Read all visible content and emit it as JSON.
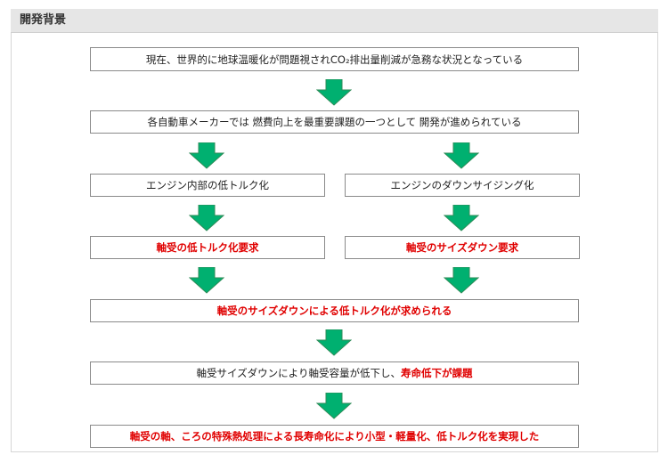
{
  "section": {
    "title": "開発背景"
  },
  "flow": {
    "step1": {
      "text": "現在、世界的に地球温暖化が問題視されCO₂排出量削減が急務な状況となっている"
    },
    "step2": {
      "text": "各自動車メーカーでは 燃費向上を最重要課題の一つとして 開発が進められている"
    },
    "left_a": {
      "text": "エンジン内部の低トルク化"
    },
    "right_a": {
      "text": "エンジンのダウンサイジング化"
    },
    "left_b": {
      "text": "軸受の低トルク化要求"
    },
    "right_b": {
      "text": "軸受のサイズダウン要求"
    },
    "step5": {
      "text": "軸受のサイズダウンによる低トルク化が求められる"
    },
    "step6": {
      "prefix": "軸受サイズダウンにより軸受容量が低下し、",
      "emphasis": "寿命低下が課題"
    },
    "step7": {
      "text": "軸受の軸、ころの特殊熱処理による長寿命化により小型・軽量化、低トルク化を実現した"
    }
  },
  "colors": {
    "arrow_fill": "#00b070",
    "arrow_stroke": "#2e8b57",
    "emphasis": "#e00000"
  },
  "icons": {
    "flow_arrow": "down-arrow-icon"
  }
}
